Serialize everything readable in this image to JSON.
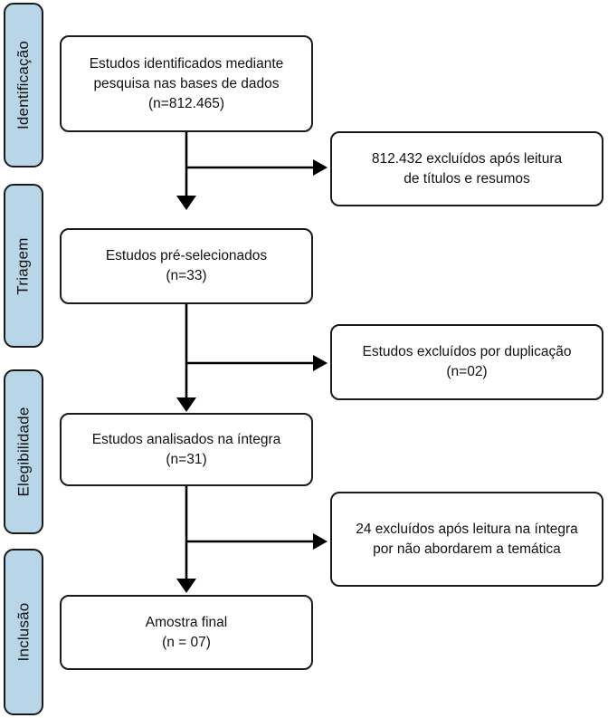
{
  "colors": {
    "stage_fill": "#b9d6e9",
    "stage_border": "#1a1a1a",
    "box_border": "#1a1a1a",
    "arrow": "#000000",
    "background": "#ffffff"
  },
  "stages": [
    {
      "label": "Identificação"
    },
    {
      "label": "Triagem"
    },
    {
      "label": "Elegibilidade"
    },
    {
      "label": "Inclusão"
    }
  ],
  "flow": {
    "main_boxes": [
      {
        "text": "Estudos identificados mediante\npesquisa nas bases de dados\n(n=812.465)"
      },
      {
        "text": "Estudos pré-selecionados\n(n=33)"
      },
      {
        "text": "Estudos analisados na íntegra\n(n=31)"
      },
      {
        "text": "Amostra final\n(n = 07)"
      }
    ],
    "exclusion_boxes": [
      {
        "text": "812.432 excluídos após leitura\nde títulos e resumos"
      },
      {
        "text": "Estudos excluídos por duplicação\n(n=02)"
      },
      {
        "text": "24 excluídos após leitura na íntegra\npor não abordarem a temática"
      }
    ]
  }
}
